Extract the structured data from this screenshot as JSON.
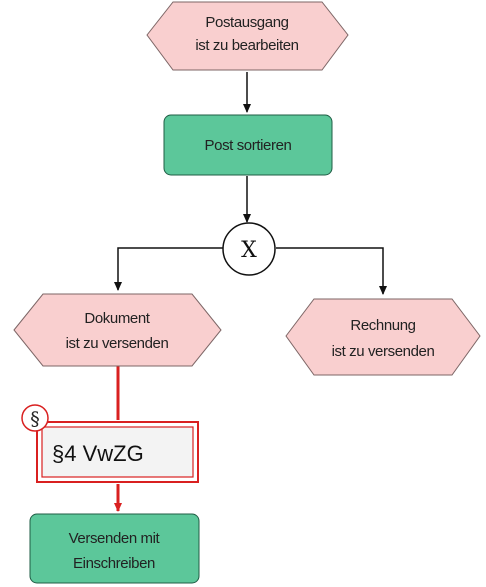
{
  "diagram": {
    "events": {
      "start": {
        "line1": "Postausgang",
        "line2": "ist zu bearbeiten"
      },
      "doc_send": {
        "line1": "Dokument",
        "line2": "ist zu versenden"
      },
      "invoice_send": {
        "line1": "Rechnung",
        "line2": "ist zu versenden"
      }
    },
    "functions": {
      "sort_mail": {
        "label": "Post sortieren"
      },
      "send_registered": {
        "line1": "Versenden mit",
        "line2": "Einschreiben"
      }
    },
    "connector": {
      "symbol": "X",
      "type": "XOR"
    },
    "regulation": {
      "symbol": "§",
      "label": "§4 VwZG"
    },
    "colors": {
      "event_fill": "#f9cfcf",
      "function_fill": "#5cc79a",
      "regulation_line": "#d92020"
    }
  }
}
